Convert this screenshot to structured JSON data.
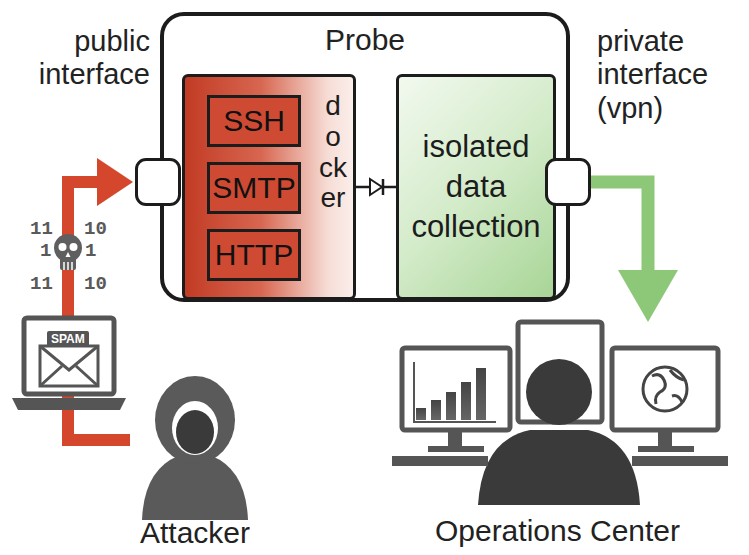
{
  "diagram": {
    "nodes": [
      {
        "text": [
          "Probe"
        ]
      },
      {
        "text": [
          "docker"
        ],
        "in": 0
      },
      {
        "text": [
          "SSH"
        ],
        "in": 1
      },
      {
        "text": [
          "SMTP"
        ],
        "in": 1
      },
      {
        "text": [
          "HTTP"
        ],
        "in": 1
      },
      {
        "text": [
          "isolated data collection"
        ],
        "in": 0
      },
      {
        "text": [
          "public interface"
        ]
      },
      {
        "text": [
          "private interface (vpn)"
        ]
      },
      {
        "text": [
          "Attacker"
        ]
      },
      {
        "text": [
          "Operations Center"
        ]
      }
    ],
    "edges": [
      {
        "from": 8,
        "to": 6,
        "arrow": "to"
      },
      {
        "from": 1,
        "to": 5,
        "arrow": "to"
      },
      {
        "from": 7,
        "to": 9,
        "arrow": "to"
      }
    ],
    "labels": [
      "11",
      "10",
      "1",
      "1",
      "11",
      "10",
      "SPAM"
    ]
  }
}
